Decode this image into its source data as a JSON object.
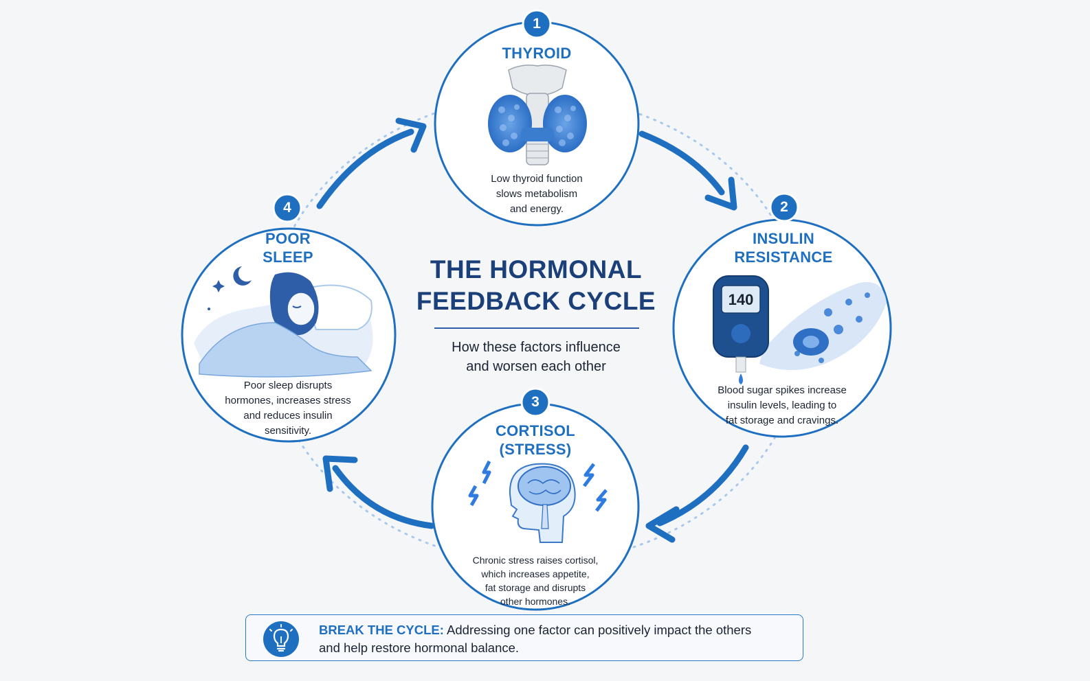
{
  "title": {
    "line1": "THE HORMONAL",
    "line2": "FEEDBACK CYCLE"
  },
  "subtitle": {
    "line1": "How these factors influence",
    "line2": "and worsen each other"
  },
  "nodes": [
    {
      "number": "1",
      "title": [
        "THYROID"
      ],
      "description": [
        "Low thyroid function",
        "slows metabolism",
        "and energy."
      ],
      "icon": "thyroid-gland-icon"
    },
    {
      "number": "2",
      "title": [
        "INSULIN",
        "RESISTANCE"
      ],
      "description": [
        "Blood sugar spikes increase",
        "insulin levels, leading to",
        "fat storage and cravings."
      ],
      "icon": "glucose-meter-icon",
      "meter_reading": "140"
    },
    {
      "number": "3",
      "title": [
        "CORTISOL",
        "(STRESS)"
      ],
      "description": [
        "Chronic stress raises cortisol,",
        "which increases appetite,",
        "fat storage and disrupts",
        "other hormones."
      ],
      "icon": "stressed-brain-icon"
    },
    {
      "number": "4",
      "title": [
        "POOR",
        "SLEEP"
      ],
      "description": [
        "Poor sleep disrupts",
        "hormones, increases stress",
        "and reduces insulin",
        "sensitivity."
      ],
      "icon": "sleeping-woman-icon"
    }
  ],
  "callout": {
    "lead": "BREAK THE CYCLE:",
    "text": "Addressing one factor can positively impact the others",
    "text2": "and help restore hormonal balance.",
    "icon": "lightbulb-icon"
  },
  "colors": {
    "primary": "#1f6fc1",
    "title_navy": "#1b3f78",
    "text": "#1b2333",
    "background": "#f5f6f8",
    "light_blue": "#a9c9ec"
  }
}
